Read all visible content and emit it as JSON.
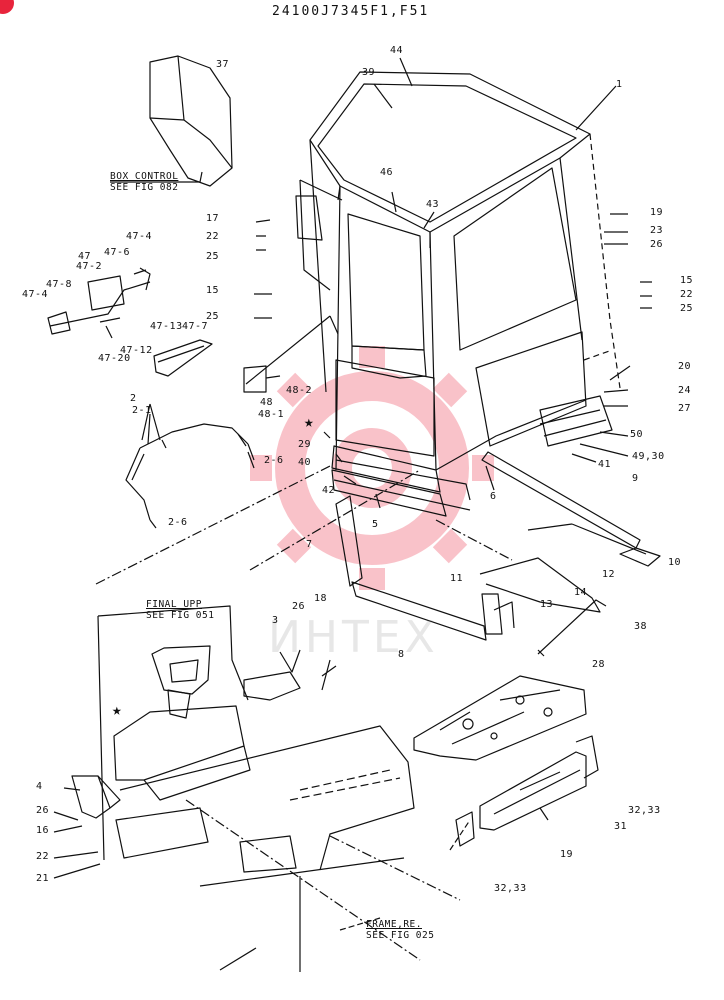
{
  "drawing_code": "24100J7345F1,F51",
  "watermark_text": "ИНТЕХ",
  "colors": {
    "line": "#111111",
    "watermark": "#e8243c",
    "badge": "#e8243c"
  },
  "references": {
    "box_control": {
      "line1": "BOX CONTROL",
      "line2": "SEE FIG 082"
    },
    "final_upp": {
      "line1": "FINAL UPP",
      "line2": "SEE FIG 051"
    },
    "frame_re": {
      "line1": "FRAME,RE.",
      "line2": "SEE FIG 025"
    }
  },
  "star_symbol": "★",
  "part_labels": {
    "p1": "1",
    "p2": "2",
    "p2_1": "2-1",
    "p2_6a": "2-6",
    "p2_6b": "2-6",
    "p3": "3",
    "p4": "4",
    "p5": "5",
    "p6": "6",
    "p7": "7",
    "p8": "8",
    "p9": "9",
    "p10": "10",
    "p11": "11",
    "p12": "12",
    "p13": "13",
    "p14": "14",
    "p15a": "15",
    "p15b": "15",
    "p16": "16",
    "p17": "17",
    "p18": "18",
    "p19a": "19",
    "p19b": "19",
    "p20": "20",
    "p21": "21",
    "p22a": "22",
    "p22b": "22",
    "p22c": "22",
    "p23": "23",
    "p24": "24",
    "p25a": "25",
    "p25b": "25",
    "p25c": "25",
    "p26a": "26",
    "p26b": "26",
    "p26c": "26",
    "p27": "27",
    "p28": "28",
    "p29": "29",
    "p31": "31",
    "p32_33a": "32,33",
    "p32_33b": "32,33",
    "p37": "37",
    "p38": "38",
    "p39": "39",
    "p40": "40",
    "p41": "41",
    "p42": "42",
    "p43": "43",
    "p44": "44",
    "p46": "46",
    "p47a": "47",
    "p47_2": "47-2",
    "p47_4a": "47-4",
    "p47_4b": "47-4",
    "p47_6": "47-6",
    "p47_7": "47-7",
    "p47_8": "47-8",
    "p47_12": "47-12",
    "p47_13": "47-13",
    "p47_20": "47-20",
    "p48": "48",
    "p48_1": "48-1",
    "p48_2": "48-2",
    "p49_30": "49,30",
    "p50": "50"
  }
}
